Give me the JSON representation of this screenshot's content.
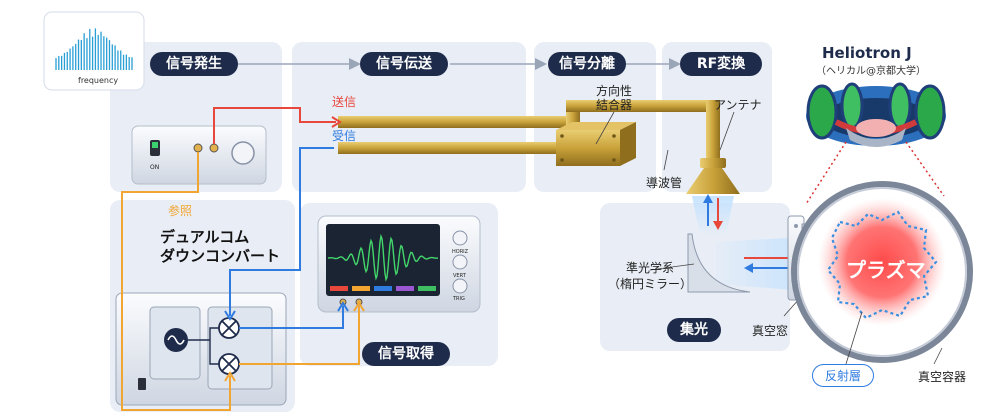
{
  "stages": {
    "signal_gen": "信号発生",
    "transmission": "信号伝送",
    "separation": "信号分離",
    "rf_conversion": "RF変換",
    "acquisition": "信号取得",
    "collection": "集光"
  },
  "spectrum_label": "frequency",
  "lines": {
    "send": "送信",
    "receive": "受信",
    "reference": "参照"
  },
  "downconverter": {
    "line1": "デュアルコム",
    "line2": "ダウンコンバート"
  },
  "generator": {
    "switch_label": "ON"
  },
  "scope": {
    "knob1": "HORIZ",
    "knob2": "VERT",
    "knob3": "TRIG"
  },
  "components": {
    "coupler_line1": "方向性",
    "coupler_line2": "結合器",
    "antenna": "アンテナ",
    "waveguide": "導波管",
    "mirror_line1": "準光学系",
    "mirror_line2": "（楕円ミラー）",
    "window": "真空窓",
    "vessel": "真空容器",
    "reflection_layer": "反射層",
    "plasma": "プラズマ"
  },
  "device": {
    "name": "Heliotron J",
    "subtitle": "（ヘリカル@京都大学）"
  },
  "colors": {
    "send": "#e8473c",
    "receive": "#2f7be0",
    "reference": "#f2a531",
    "pill": "#1e2b4a",
    "panel": "#e9eef6",
    "waveguide": "#c9a23a"
  }
}
